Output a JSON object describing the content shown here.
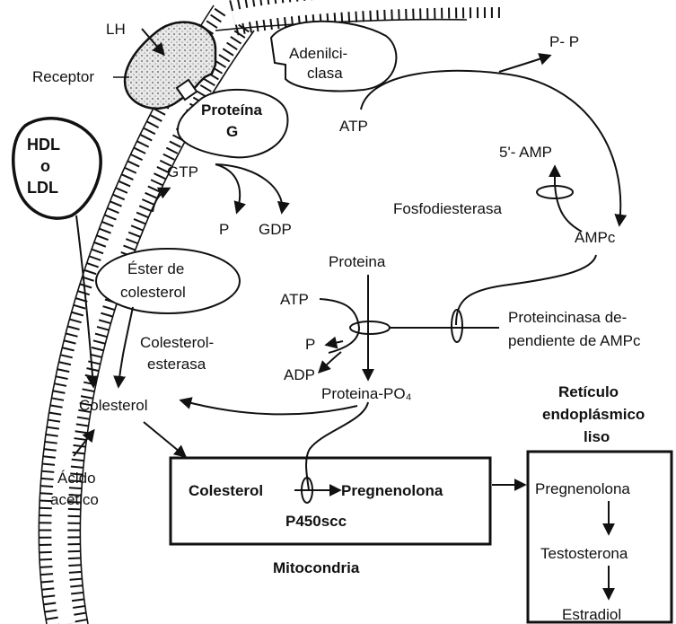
{
  "diagram": {
    "lh": "LH",
    "receptor": "Receptor",
    "adenilciclasa_1": "Adenilci-",
    "adenilciclasa_2": "clasa",
    "pp": "P- P",
    "atp_top": "ATP",
    "proteina_g_1": "Proteína",
    "proteina_g_2": "G",
    "hdl_1": "HDL",
    "hdl_2": "o",
    "hdl_3": "LDL",
    "gtp": "GTP",
    "p_gtp": "P",
    "gdp": "GDP",
    "amp5": "5'- AMP",
    "fosfodiesterasa": "Fosfodiesterasa",
    "ampc": "AMPc",
    "ester_1": "Éster de",
    "ester_2": "colesterol",
    "proteina": "Proteina",
    "atp_mid": "ATP",
    "p_mid": "P",
    "adp": "ADP",
    "proteina_po4": "Proteina-PO₄",
    "proteincinasa_1": "Proteincinasa de-",
    "proteincinasa_2": "pendiente de AMPc",
    "esterasa_1": "Colesterol-",
    "esterasa_2": "esterasa",
    "colesterol": "Colesterol",
    "acido_1": "Ácido",
    "acido_2": "acético",
    "reticulo_1": "Retículo",
    "reticulo_2": "endoplásmico",
    "reticulo_3": "liso",
    "mito_colesterol": "Colesterol",
    "mito_pregnenolona": "Pregnenolona",
    "p450": "P450scc",
    "mitocondria": "Mitocondria",
    "rel_pregnenolona": "Pregnenolona",
    "testosterona": "Testosterona",
    "estradiol": "Estradiol"
  }
}
